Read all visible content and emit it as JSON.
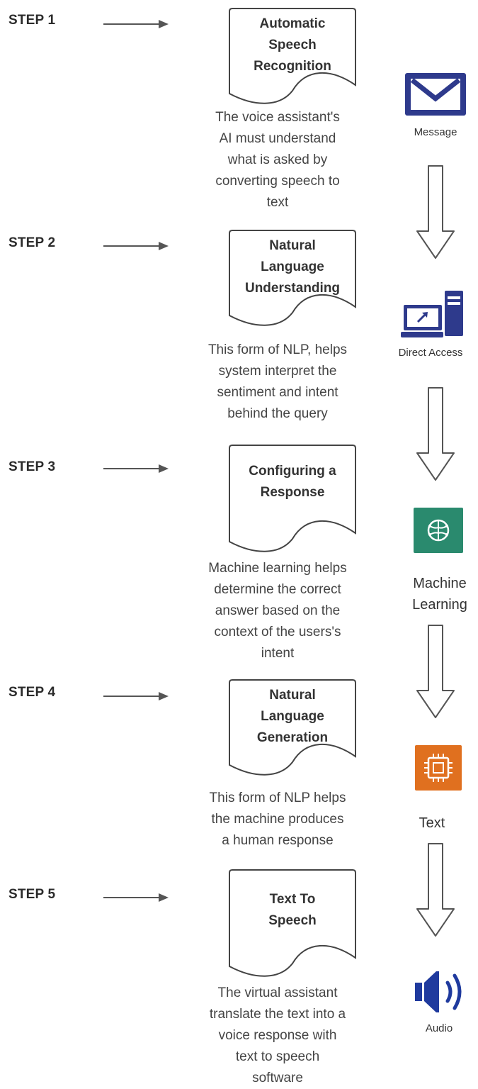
{
  "steps": [
    {
      "label": "STEP 1",
      "title_lines": [
        "Automatic",
        "Speech",
        "Recognition"
      ],
      "desc_lines": [
        "The voice assistant's",
        "AI must understand",
        "what is asked by",
        "converting speech to",
        "text"
      ]
    },
    {
      "label": "STEP 2",
      "title_lines": [
        "Natural",
        "Language",
        "Understanding"
      ],
      "desc_lines": [
        "This form of NLP, helps",
        "system interpret the",
        "sentiment and intent",
        "behind the query"
      ]
    },
    {
      "label": "STEP 3",
      "title_lines": [
        "Configuring a",
        "Response"
      ],
      "desc_lines": [
        "Machine learning helps",
        "determine the correct",
        "answer based on the",
        "context of the users's",
        "intent"
      ]
    },
    {
      "label": "STEP 4",
      "title_lines": [
        "Natural",
        "Language",
        "Generation"
      ],
      "desc_lines": [
        "This form of NLP helps",
        "the machine produces",
        "a human response"
      ]
    },
    {
      "label": "STEP 5",
      "title_lines": [
        "Text To",
        "Speech"
      ],
      "desc_lines": [
        "The virtual assistant",
        "translate the text into a",
        "voice response with",
        "text to speech",
        "software"
      ]
    }
  ],
  "icons": [
    {
      "name": "envelope-icon",
      "label_lines": [
        "Message"
      ],
      "color": "#2e3a8c"
    },
    {
      "name": "computer-icon",
      "label_lines": [
        "Direct Access"
      ],
      "color": "#2e3a8c"
    },
    {
      "name": "brain-icon",
      "label_lines": [
        "Machine",
        "Learning"
      ],
      "color": "#2a8a6e"
    },
    {
      "name": "chip-icon",
      "label_lines": [
        "Text"
      ],
      "color": "#e0701f"
    },
    {
      "name": "speaker-icon",
      "label_lines": [
        "Audio"
      ],
      "color": "#1f3a9e"
    }
  ]
}
